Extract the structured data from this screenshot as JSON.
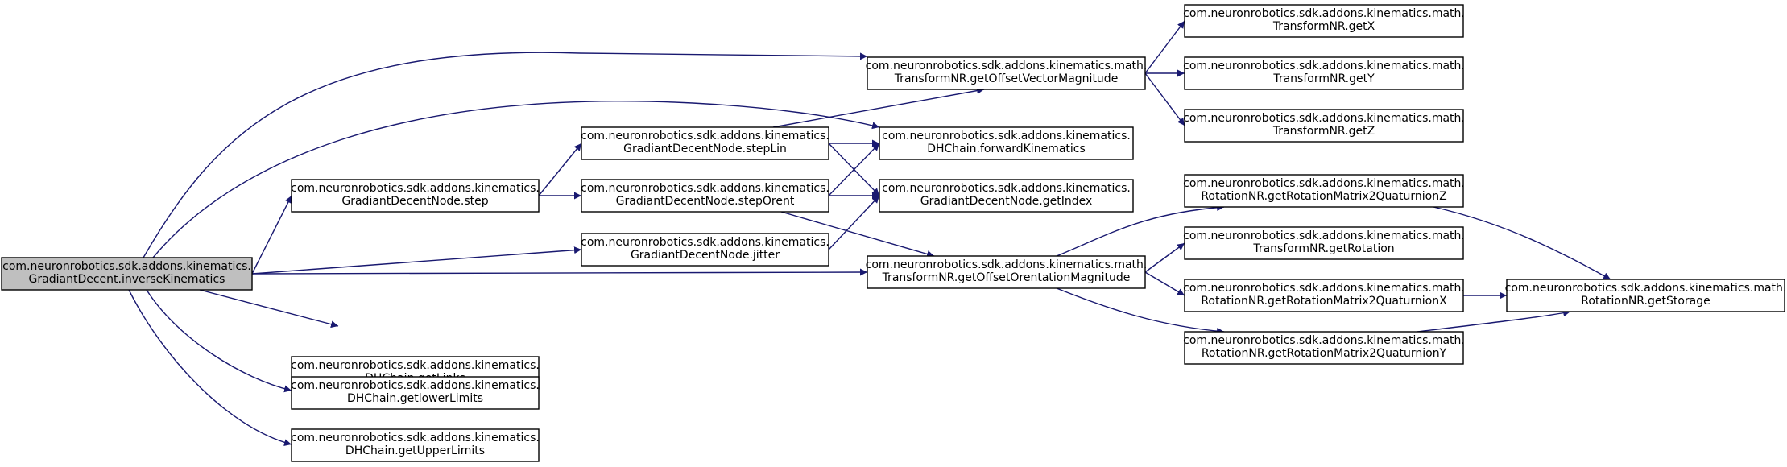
{
  "graph": {
    "nodes": [
      {
        "id": "inverseKinematics",
        "root": true,
        "lines": [
          "com.neuronrobotics.sdk.addons.kinematics.",
          "GradiantDecent.inverseKinematics"
        ]
      },
      {
        "id": "step",
        "lines": [
          "com.neuronrobotics.sdk.addons.kinematics.",
          "GradiantDecentNode.step"
        ]
      },
      {
        "id": "jitter",
        "lines": [
          "com.neuronrobotics.sdk.addons.kinematics.",
          "GradiantDecentNode.jitter"
        ]
      },
      {
        "id": "stepLin",
        "lines": [
          "com.neuronrobotics.sdk.addons.kinematics.",
          "GradiantDecentNode.stepLin"
        ]
      },
      {
        "id": "stepOrent",
        "lines": [
          "com.neuronrobotics.sdk.addons.kinematics.",
          "GradiantDecentNode.stepOrent"
        ]
      },
      {
        "id": "getLinks",
        "lines": [
          "com.neuronrobotics.sdk.addons.kinematics.",
          "DHChain.getLinks"
        ]
      },
      {
        "id": "getlowerLimits",
        "lines": [
          "com.neuronrobotics.sdk.addons.kinematics.",
          "DHChain.getlowerLimits"
        ]
      },
      {
        "id": "getUpperLimits",
        "lines": [
          "com.neuronrobotics.sdk.addons.kinematics.",
          "DHChain.getUpperLimits"
        ]
      },
      {
        "id": "getOffsetVectorMagnitude",
        "lines": [
          "com.neuronrobotics.sdk.addons.kinematics.math.",
          "TransformNR.getOffsetVectorMagnitude"
        ]
      },
      {
        "id": "forwardKinematics",
        "lines": [
          "com.neuronrobotics.sdk.addons.kinematics.",
          "DHChain.forwardKinematics"
        ]
      },
      {
        "id": "getIndex",
        "lines": [
          "com.neuronrobotics.sdk.addons.kinematics.",
          "GradiantDecentNode.getIndex"
        ]
      },
      {
        "id": "getOffsetOrentationMagnitude",
        "lines": [
          "com.neuronrobotics.sdk.addons.kinematics.math.",
          "TransformNR.getOffsetOrentationMagnitude"
        ]
      },
      {
        "id": "getX",
        "lines": [
          "com.neuronrobotics.sdk.addons.kinematics.math.",
          "TransformNR.getX"
        ]
      },
      {
        "id": "getY",
        "lines": [
          "com.neuronrobotics.sdk.addons.kinematics.math.",
          "TransformNR.getY"
        ]
      },
      {
        "id": "getZ",
        "lines": [
          "com.neuronrobotics.sdk.addons.kinematics.math.",
          "TransformNR.getZ"
        ]
      },
      {
        "id": "getRotationMatrix2QuaturnionZ",
        "lines": [
          "com.neuronrobotics.sdk.addons.kinematics.math.",
          "RotationNR.getRotationMatrix2QuaturnionZ"
        ]
      },
      {
        "id": "getRotation",
        "lines": [
          "com.neuronrobotics.sdk.addons.kinematics.math.",
          "TransformNR.getRotation"
        ]
      },
      {
        "id": "getRotationMatrix2QuaturnionX",
        "lines": [
          "com.neuronrobotics.sdk.addons.kinematics.math.",
          "RotationNR.getRotationMatrix2QuaturnionX"
        ]
      },
      {
        "id": "getRotationMatrix2QuaturnionY",
        "lines": [
          "com.neuronrobotics.sdk.addons.kinematics.math.",
          "RotationNR.getRotationMatrix2QuaturnionY"
        ]
      },
      {
        "id": "getStorage",
        "lines": [
          "com.neuronrobotics.sdk.addons.kinematics.math.",
          "RotationNR.getStorage"
        ]
      }
    ],
    "edges": [
      [
        "inverseKinematics",
        "getOffsetVectorMagnitude"
      ],
      [
        "inverseKinematics",
        "forwardKinematics"
      ],
      [
        "inverseKinematics",
        "step"
      ],
      [
        "inverseKinematics",
        "jitter"
      ],
      [
        "inverseKinematics",
        "getOffsetOrentationMagnitude"
      ],
      [
        "inverseKinematics",
        "getLinks"
      ],
      [
        "inverseKinematics",
        "getlowerLimits"
      ],
      [
        "inverseKinematics",
        "getUpperLimits"
      ],
      [
        "step",
        "stepLin"
      ],
      [
        "step",
        "stepOrent"
      ],
      [
        "stepLin",
        "getOffsetVectorMagnitude"
      ],
      [
        "stepLin",
        "forwardKinematics"
      ],
      [
        "stepLin",
        "getIndex"
      ],
      [
        "stepOrent",
        "forwardKinematics"
      ],
      [
        "stepOrent",
        "getIndex"
      ],
      [
        "stepOrent",
        "getOffsetOrentationMagnitude"
      ],
      [
        "jitter",
        "getIndex"
      ],
      [
        "getOffsetVectorMagnitude",
        "getX"
      ],
      [
        "getOffsetVectorMagnitude",
        "getY"
      ],
      [
        "getOffsetVectorMagnitude",
        "getZ"
      ],
      [
        "getOffsetOrentationMagnitude",
        "getRotationMatrix2QuaturnionZ"
      ],
      [
        "getOffsetOrentationMagnitude",
        "getRotation"
      ],
      [
        "getOffsetOrentationMagnitude",
        "getRotationMatrix2QuaturnionX"
      ],
      [
        "getOffsetOrentationMagnitude",
        "getRotationMatrix2QuaturnionY"
      ],
      [
        "getRotationMatrix2QuaturnionZ",
        "getStorage"
      ],
      [
        "getRotationMatrix2QuaturnionX",
        "getStorage"
      ],
      [
        "getRotationMatrix2QuaturnionY",
        "getStorage"
      ]
    ],
    "colors": {
      "edge": "#191970",
      "root_fill": "#bfbfbf",
      "node_fill": "#ffffff",
      "border": "#000000"
    }
  }
}
